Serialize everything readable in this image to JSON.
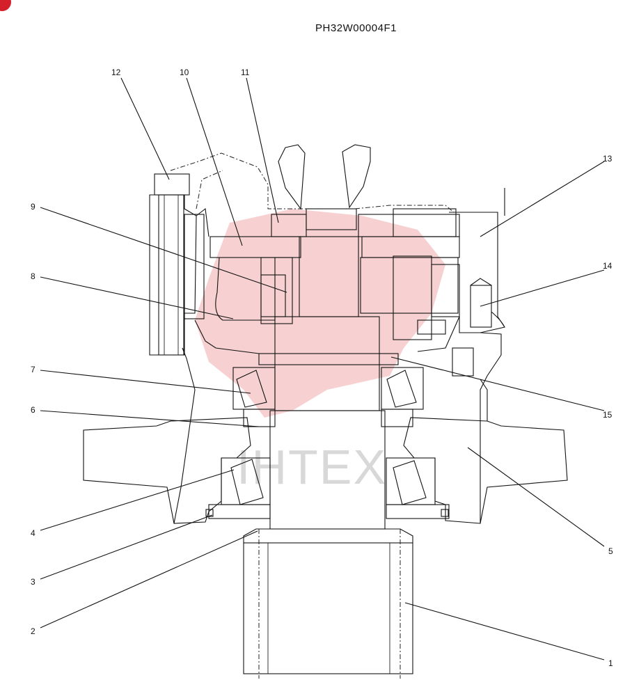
{
  "drawing_code": "PH32W00004F1",
  "watermark_text": "IHTEX",
  "accent_color": "#d3202a",
  "watermark_color": "#f2b9b9",
  "callouts": [
    "1",
    "2",
    "3",
    "4",
    "5",
    "6",
    "7",
    "8",
    "9",
    "10",
    "11",
    "12",
    "13",
    "14",
    "15"
  ]
}
